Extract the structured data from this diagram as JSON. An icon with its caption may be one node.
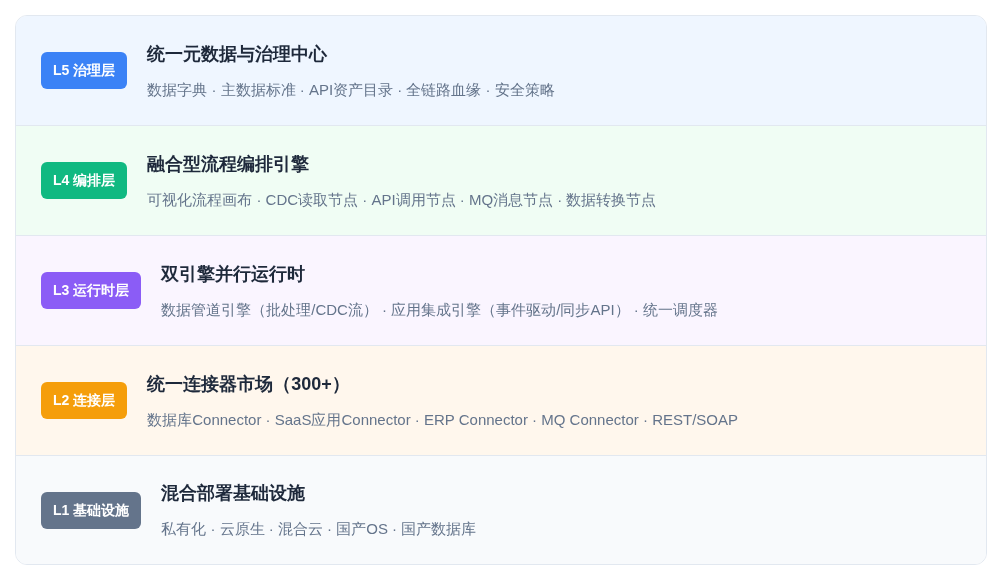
{
  "diagram": {
    "nodes": [
      {
        "text": [
          "统一元数据与治理中心",
          "数据字典 · 主数据标准 · API资产目录 · 全链路血缘 · 安全策略"
        ]
      },
      {
        "text": [
          "L5 治理层"
        ],
        "in": 0
      },
      {
        "text": [
          "融合型流程编排引擎",
          "可视化流程画布 · CDC读取节点 · API调用节点 · MQ消息节点 · 数据转换节点"
        ]
      },
      {
        "text": [
          "L4 编排层"
        ],
        "in": 2
      },
      {
        "text": [
          "双引擎并行运行时",
          "数据管道引擎（批处理/CDC流） · 应用集成引擎（事件驱动/同步API） · 统一调度器"
        ]
      },
      {
        "text": [
          "L3 运行时层"
        ],
        "in": 4
      },
      {
        "text": [
          "统一连接器市场（300+）",
          "数据库Connector · SaaS应用Connector · ERP Connector · MQ Connector · REST/SOAP"
        ]
      },
      {
        "text": [
          "L2 连接层"
        ],
        "in": 6
      },
      {
        "text": [
          "混合部署基础设施",
          "私有化 · 云原生 · 混合云 · 国产OS · 国产数据库"
        ]
      },
      {
        "text": [
          "L1 基础设施"
        ],
        "in": 8
      }
    ]
  }
}
